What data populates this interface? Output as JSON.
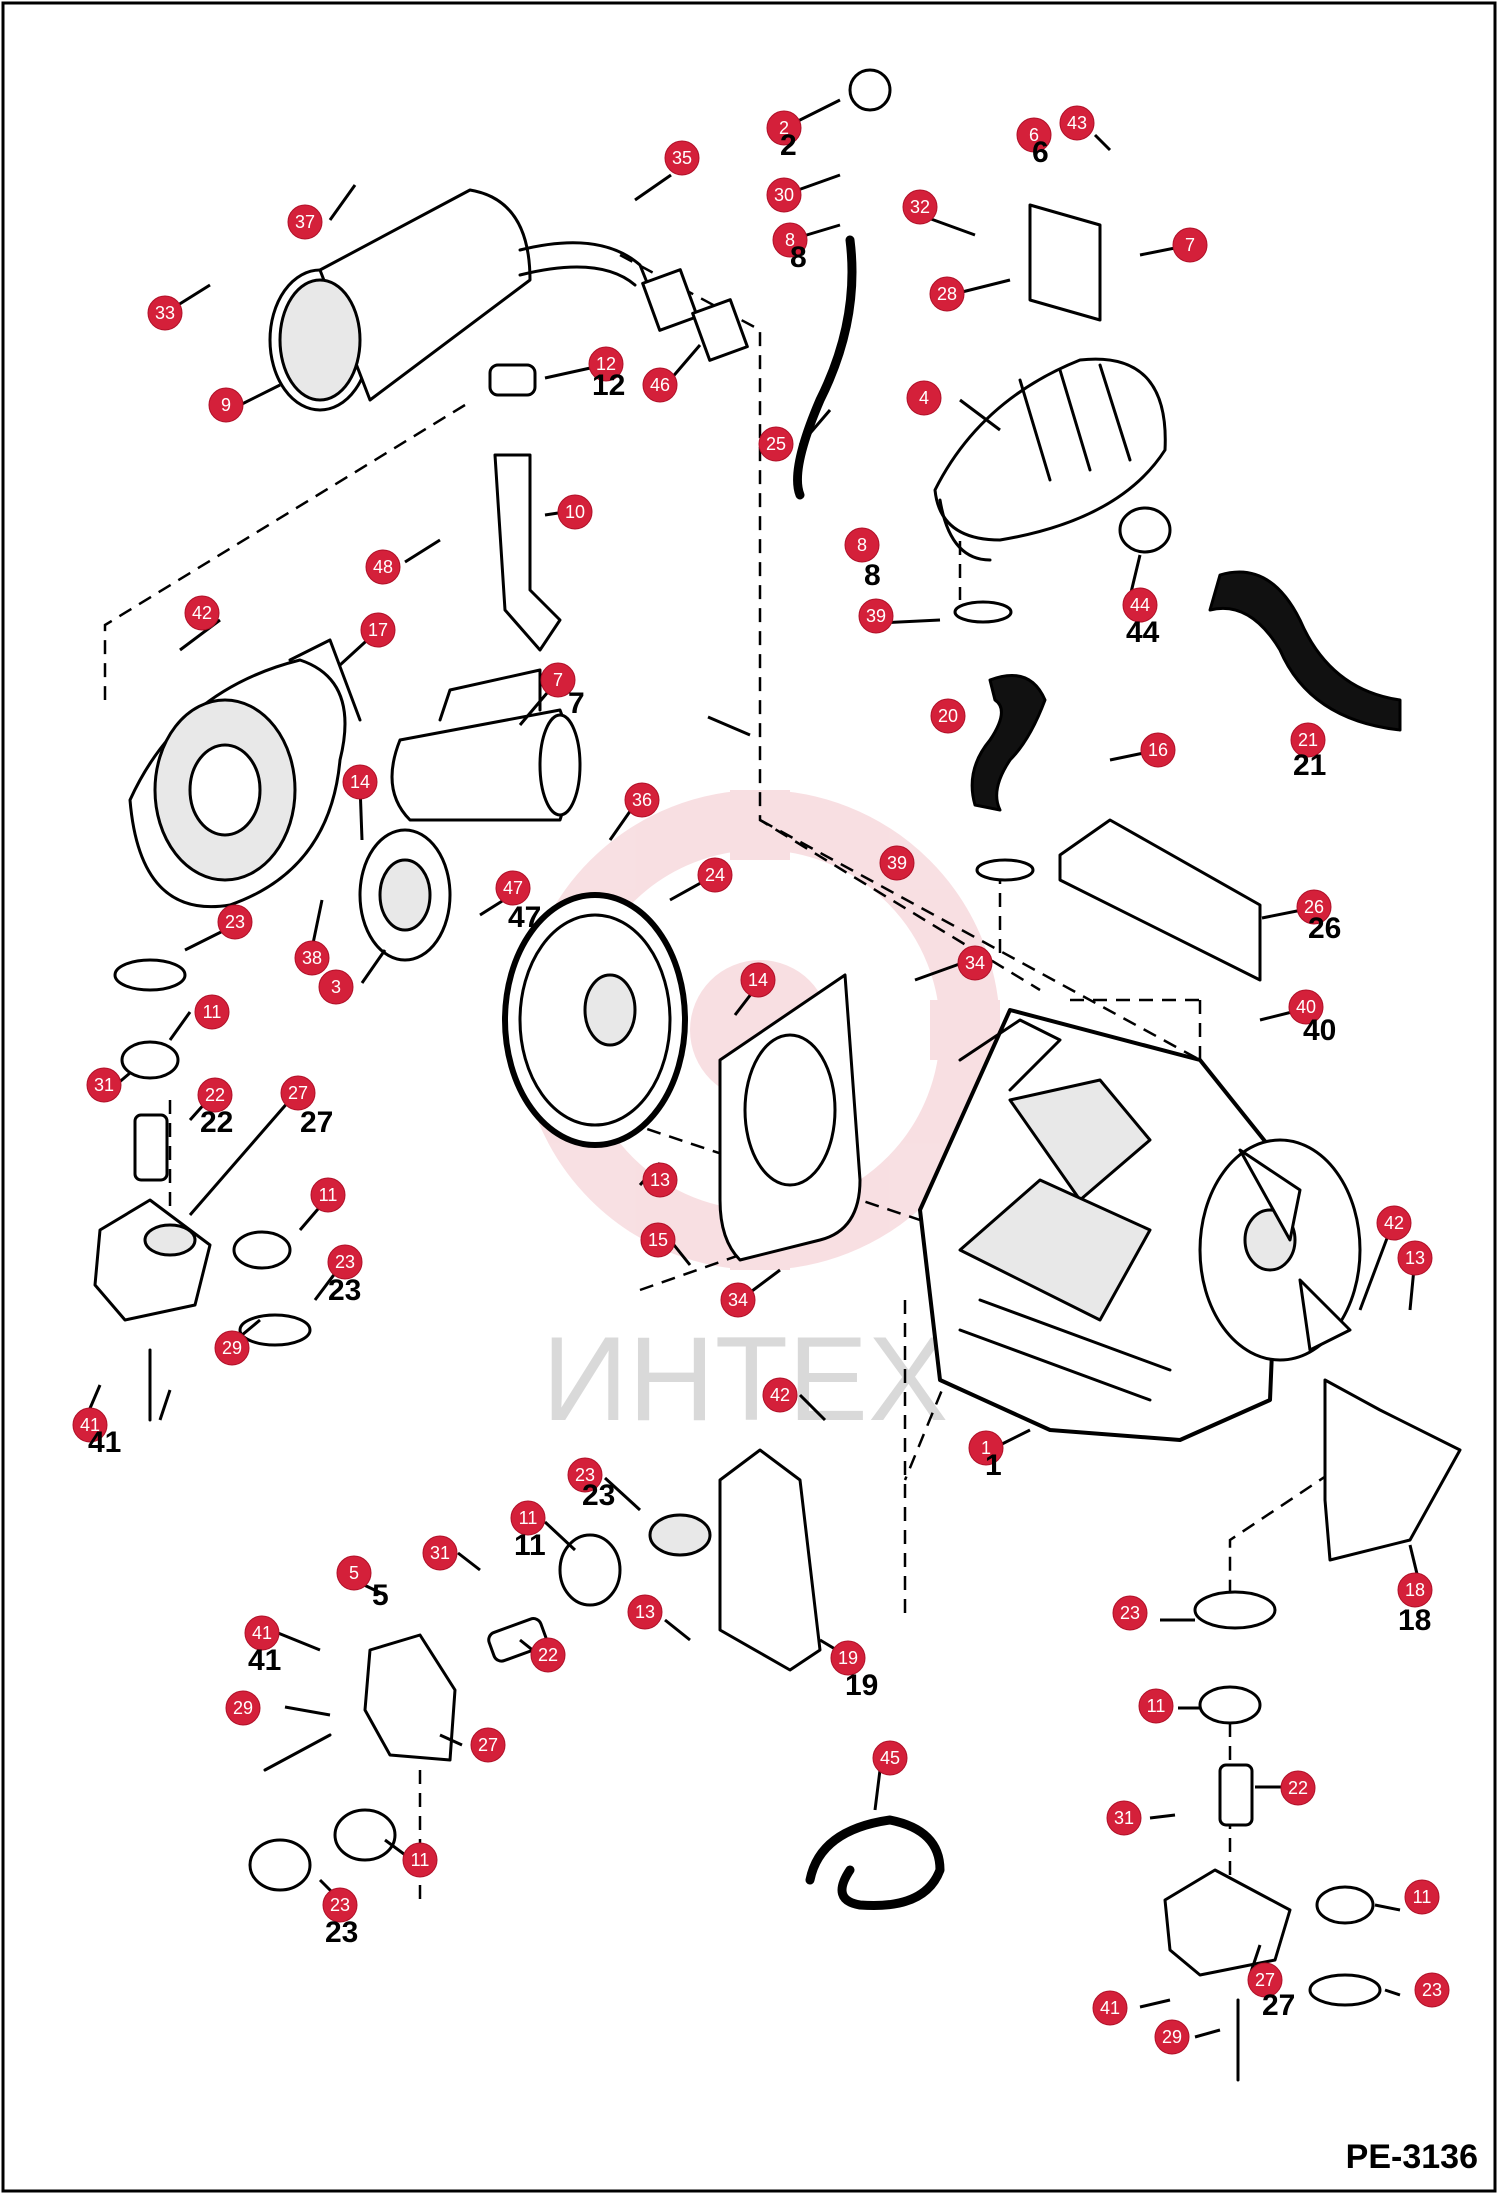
{
  "drawing_number": "PE-3136",
  "watermark_text": "ИНТЕХ",
  "colors": {
    "callout_fill": "#d4203a",
    "callout_text": "#ffffff",
    "line": "#000000",
    "watermark": "#f3c6cc"
  },
  "callouts": [
    {
      "id": "c1",
      "label": "1"
    },
    {
      "id": "c2",
      "label": "2"
    },
    {
      "id": "c3",
      "label": "3"
    },
    {
      "id": "c4",
      "label": "4"
    },
    {
      "id": "c5",
      "label": "5"
    },
    {
      "id": "c6",
      "label": "6"
    },
    {
      "id": "c7a",
      "label": "7"
    },
    {
      "id": "c7b",
      "label": "7"
    },
    {
      "id": "c8a",
      "label": "8"
    },
    {
      "id": "c8b",
      "label": "8"
    },
    {
      "id": "c9",
      "label": "9"
    },
    {
      "id": "c10",
      "label": "10"
    },
    {
      "id": "c11a",
      "label": "11"
    },
    {
      "id": "c11b",
      "label": "11"
    },
    {
      "id": "c11c",
      "label": "11"
    },
    {
      "id": "c11d",
      "label": "11"
    },
    {
      "id": "c11e",
      "label": "11"
    },
    {
      "id": "c11f",
      "label": "11"
    },
    {
      "id": "c12",
      "label": "12"
    },
    {
      "id": "c13a",
      "label": "13"
    },
    {
      "id": "c13b",
      "label": "13"
    },
    {
      "id": "c13c",
      "label": "13"
    },
    {
      "id": "c14a",
      "label": "14"
    },
    {
      "id": "c14b",
      "label": "14"
    },
    {
      "id": "c15",
      "label": "15"
    },
    {
      "id": "c16",
      "label": "16"
    },
    {
      "id": "c17",
      "label": "17"
    },
    {
      "id": "c18",
      "label": "18"
    },
    {
      "id": "c19",
      "label": "19"
    },
    {
      "id": "c20",
      "label": "20"
    },
    {
      "id": "c21",
      "label": "21"
    },
    {
      "id": "c22a",
      "label": "22"
    },
    {
      "id": "c22b",
      "label": "22"
    },
    {
      "id": "c22c",
      "label": "22"
    },
    {
      "id": "c23a",
      "label": "23"
    },
    {
      "id": "c23b",
      "label": "23"
    },
    {
      "id": "c23c",
      "label": "23"
    },
    {
      "id": "c23d",
      "label": "23"
    },
    {
      "id": "c23e",
      "label": "23"
    },
    {
      "id": "c23f",
      "label": "23"
    },
    {
      "id": "c24",
      "label": "24"
    },
    {
      "id": "c25",
      "label": "25"
    },
    {
      "id": "c26",
      "label": "26"
    },
    {
      "id": "c27a",
      "label": "27"
    },
    {
      "id": "c27b",
      "label": "27"
    },
    {
      "id": "c27c",
      "label": "27"
    },
    {
      "id": "c28",
      "label": "28"
    },
    {
      "id": "c29a",
      "label": "29"
    },
    {
      "id": "c29b",
      "label": "29"
    },
    {
      "id": "c29c",
      "label": "29"
    },
    {
      "id": "c30",
      "label": "30"
    },
    {
      "id": "c31a",
      "label": "31"
    },
    {
      "id": "c31b",
      "label": "31"
    },
    {
      "id": "c31c",
      "label": "31"
    },
    {
      "id": "c32",
      "label": "32"
    },
    {
      "id": "c33",
      "label": "33"
    },
    {
      "id": "c34a",
      "label": "34"
    },
    {
      "id": "c34b",
      "label": "34"
    },
    {
      "id": "c35",
      "label": "35"
    },
    {
      "id": "c36",
      "label": "36"
    },
    {
      "id": "c37",
      "label": "37"
    },
    {
      "id": "c38",
      "label": "38"
    },
    {
      "id": "c39a",
      "label": "39"
    },
    {
      "id": "c39b",
      "label": "39"
    },
    {
      "id": "c40",
      "label": "40"
    },
    {
      "id": "c41a",
      "label": "41"
    },
    {
      "id": "c41b",
      "label": "41"
    },
    {
      "id": "c41c",
      "label": "41"
    },
    {
      "id": "c42a",
      "label": "42"
    },
    {
      "id": "c42b",
      "label": "42"
    },
    {
      "id": "c42c",
      "label": "42"
    },
    {
      "id": "c43",
      "label": "43"
    },
    {
      "id": "c44",
      "label": "44"
    },
    {
      "id": "c45",
      "label": "45"
    },
    {
      "id": "c46",
      "label": "46"
    },
    {
      "id": "c47",
      "label": "47"
    },
    {
      "id": "c48",
      "label": "48"
    }
  ]
}
